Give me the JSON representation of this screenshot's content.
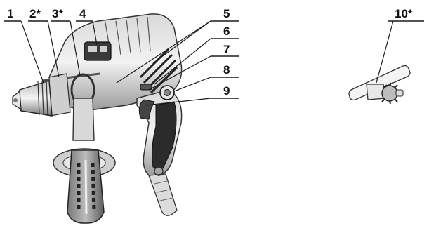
{
  "callouts": {
    "c1": "1",
    "c2": "2*",
    "c3": "3*",
    "c4": "4",
    "c5": "5",
    "c6": "6",
    "c7": "7",
    "c8": "8",
    "c9": "9",
    "c10": "10*"
  }
}
